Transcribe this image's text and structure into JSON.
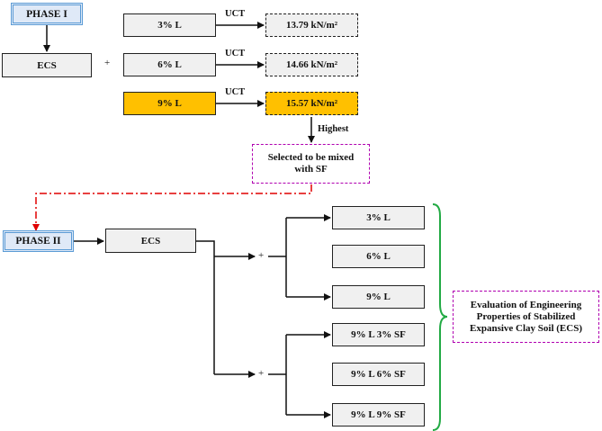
{
  "phase1": {
    "title": "PHASE I",
    "ecs": "ECS",
    "plus": "+",
    "edge_label": "UCT",
    "rows": [
      {
        "mix": "3% L",
        "result": "13.79 kN/m²"
      },
      {
        "mix": "6% L",
        "result": "14.66 kN/m²"
      },
      {
        "mix": "9% L",
        "result": "15.57 kN/m²"
      }
    ],
    "highest_label": "Highest",
    "selected_text": "Selected to be mixed with SF"
  },
  "phase2": {
    "title": "PHASE II",
    "ecs": "ECS",
    "plus": "+",
    "group1": [
      "3% L",
      "6% L",
      "9% L"
    ],
    "group2": [
      "9% L 3% SF",
      "9% L 6% SF",
      "9% L 9% SF"
    ],
    "evaluation_text": "Evaluation of Engineering Properties of Stabilized Expansive Clay Soil (ECS)"
  },
  "colors": {
    "highlight": "#ffc000",
    "phase_border": "#5b9bd5",
    "selection_border": "#b000b0",
    "feedback_arrow": "#e00000",
    "brace": "#22aa44"
  }
}
